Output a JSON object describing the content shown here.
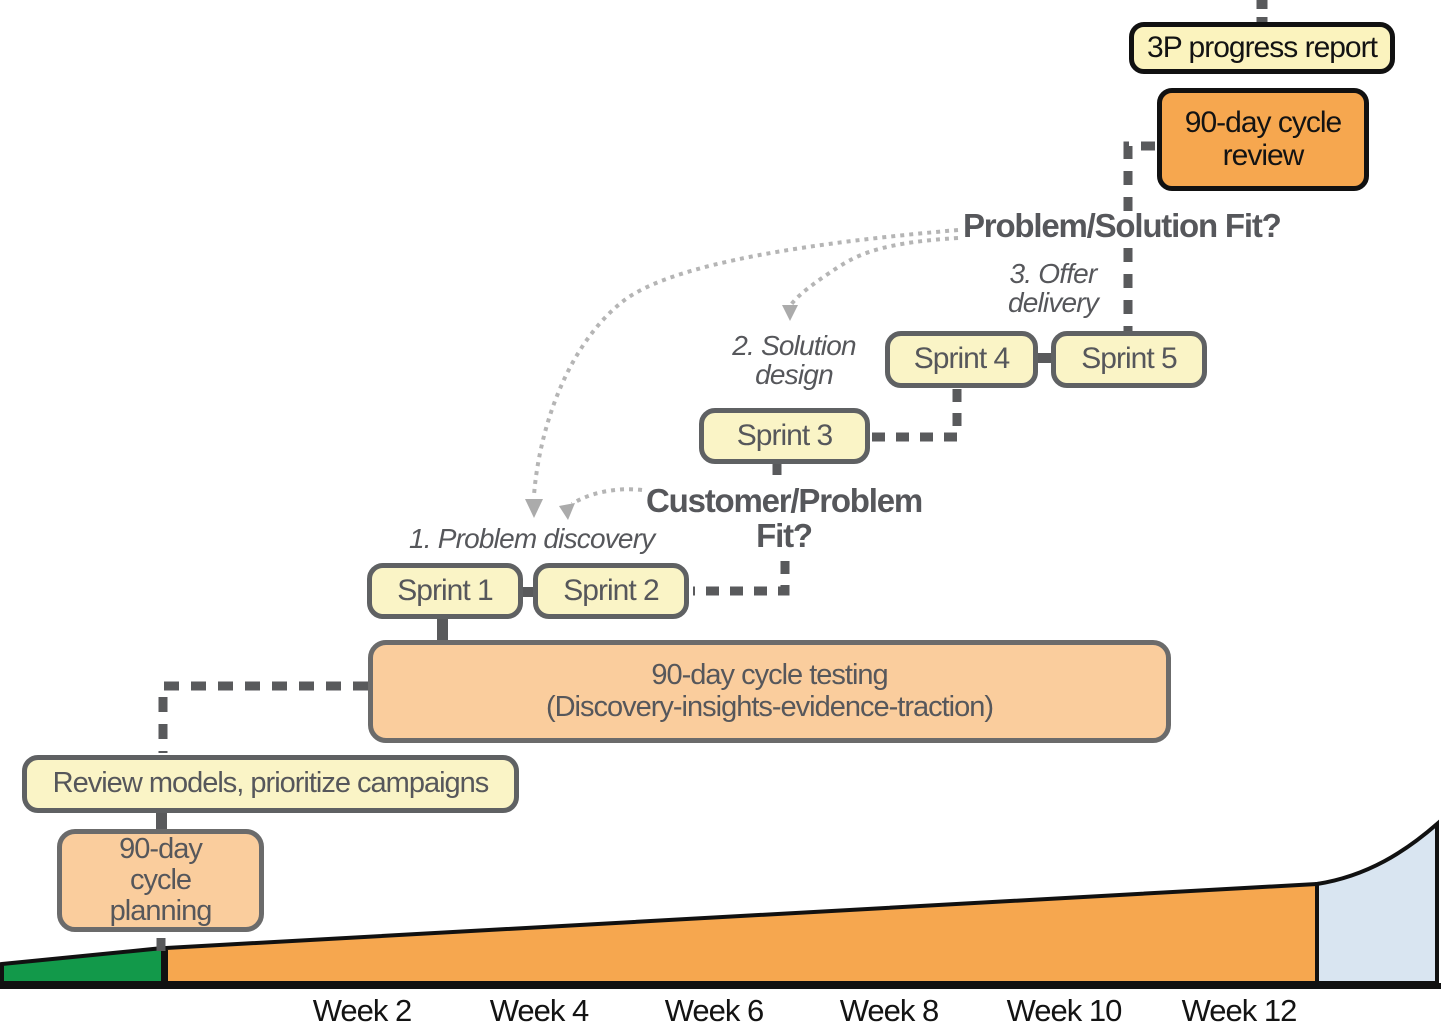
{
  "boxes": {
    "progress_report": "3P progress report",
    "cycle_review": "90-day cycle review",
    "sprint_1": "Sprint 1",
    "sprint_2": "Sprint 2",
    "sprint_3": "Sprint 3",
    "sprint_4": "Sprint 4",
    "sprint_5": "Sprint 5",
    "testing_line1": "90-day cycle testing",
    "testing_line2": "(Discovery-insights-evidence-traction)",
    "review_models": "Review models, prioritize campaigns",
    "planning": "90-day cycle planning"
  },
  "annotations": {
    "problem_solution_fit": "Problem/Solution Fit?",
    "customer_problem_fit": "Customer/Problem Fit?",
    "phase_1": "1. Problem discovery",
    "phase_2": "2. Solution design",
    "phase_3": "3. Offer delivery"
  },
  "timeline": {
    "weeks": [
      "Week 2",
      "Week 4",
      "Week 6",
      "Week 8",
      "Week 10",
      "Week 12"
    ]
  },
  "colors": {
    "pale_yellow": "#faf4c6",
    "orange": "#f6a74f",
    "light_orange": "#facd9d",
    "green": "#12994a",
    "light_blue": "#d9e5f1",
    "gray_border": "#5f6163",
    "gray_text": "#56575b",
    "connector_gray": "#595a5c",
    "dotted_gray": "#b5b5b5",
    "black": "#111111"
  }
}
